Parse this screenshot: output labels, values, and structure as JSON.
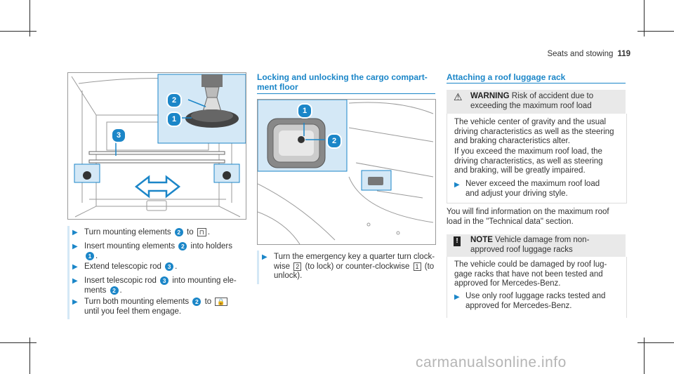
{
  "header": {
    "section": "Seats and stowing",
    "page": "119"
  },
  "left_figure": {
    "callouts": [
      "2",
      "1",
      "3"
    ]
  },
  "left_steps": [
    {
      "pre": "Turn mounting elements",
      "n1": "2",
      "mid": "to",
      "key": "⊓",
      "post": "."
    },
    {
      "pre": "Insert mounting elements",
      "n1": "2",
      "mid": "into holders",
      "n2": "1",
      "post": "."
    },
    {
      "pre": "Extend telescopic rod",
      "n1": "3",
      "post": "."
    },
    {
      "pre": "Insert telescopic rod",
      "n1": "3",
      "mid": "into mounting ele-",
      "line2": "ments",
      "n2": "2",
      "post": "."
    },
    {
      "pre": "Turn both mounting elements",
      "n1": "2",
      "mid": "to",
      "key": "🔒",
      "line2": "until you feel them engage."
    }
  ],
  "middle": {
    "title_line1": "Locking and unlocking the cargo compart-",
    "title_line2": "ment floor",
    "callouts": [
      "1",
      "2"
    ],
    "step_line1_a": "Turn the emergency key a quarter turn clock-",
    "step_line2_a": "wise",
    "key_lock": "2",
    "step_line2_b": "(to lock) or counter-clockwise",
    "key_unlock": "1",
    "step_line2_c": "(to",
    "step_line3": "unlock)."
  },
  "right": {
    "title": "Attaching a roof luggage rack",
    "warning": {
      "label": "WARNING",
      "head1": "Risk of accident due to",
      "head2": "exceeding the maximum roof load",
      "p1": [
        "The vehicle center of gravity and the usual",
        "driving characteristics as well as the steering",
        "and braking characteristics alter."
      ],
      "p2": [
        "If you exceed the maximum roof load, the",
        "driving characteristics, as well as steering",
        "and braking, will be greatly impaired."
      ],
      "step": [
        "Never exceed the maximum roof load",
        "and adjust your driving style."
      ]
    },
    "info": [
      "You will find information on the maximum roof",
      "load in the \"Technical data\" section."
    ],
    "note": {
      "label": "NOTE",
      "head1": "Vehicle damage from non-",
      "head2": "approved roof luggage racks",
      "p1": [
        "The vehicle could be damaged by roof lug-",
        "gage racks that have not been tested and",
        "approved for Mercedes-Benz."
      ],
      "step": [
        "Use only roof luggage racks tested and",
        "approved for Mercedes-Benz."
      ]
    }
  },
  "watermark": "carmanualsonline.info"
}
